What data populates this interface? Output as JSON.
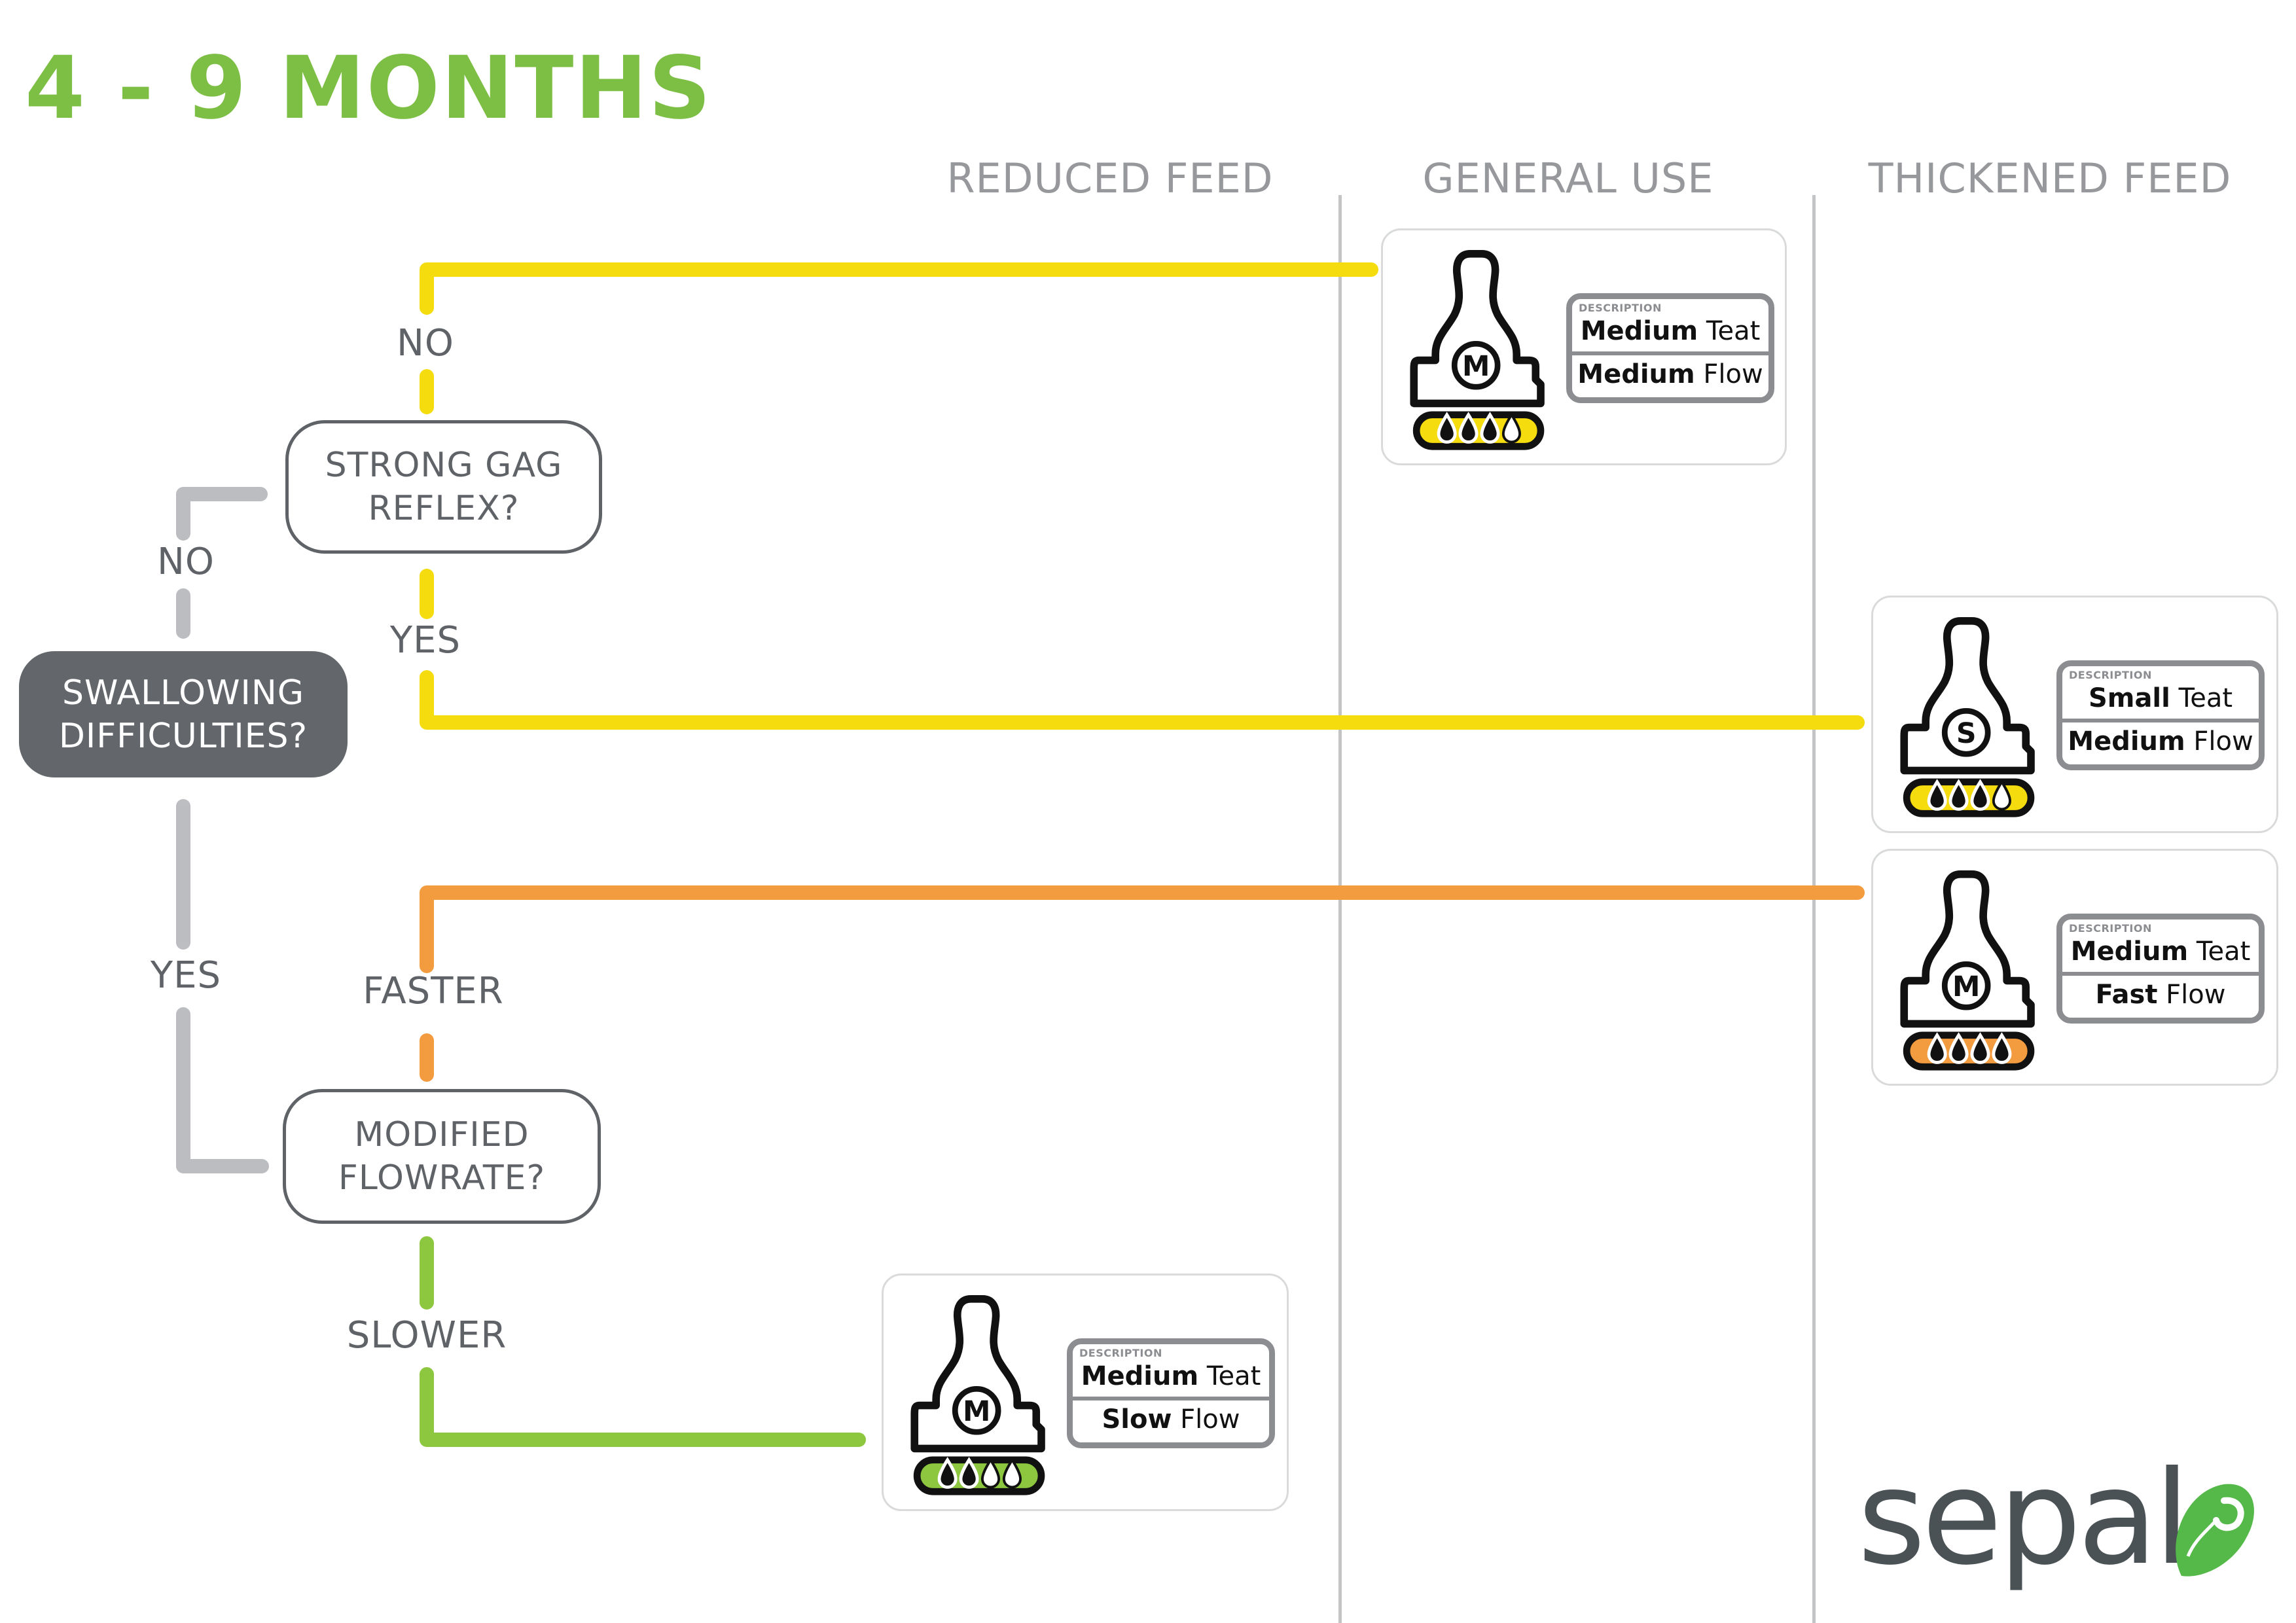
{
  "title": "4 - 9 MONTHS",
  "columns": [
    {
      "label": "REDUCED FEED"
    },
    {
      "label": "GENERAL USE"
    },
    {
      "label": "THICKENED FEED"
    }
  ],
  "colors": {
    "title_green": "#7dbe45",
    "node_border": "#5f6368",
    "node_dark": "#63666b",
    "connector_grey": "#bcbdc0",
    "path_yellow": "#f5dc0f",
    "path_orange": "#f39c3f",
    "path_green": "#8dc63f",
    "logo_text": "#4a5256",
    "logo_leaf": "#54b948"
  },
  "nodes": {
    "swallowing": {
      "lines": [
        "SWALLOWING",
        "DIFFICULTIES?"
      ]
    },
    "gag": {
      "lines": [
        "STRONG GAG",
        "REFLEX?"
      ]
    },
    "modified": {
      "lines": [
        "MODIFIED",
        "FLOWRATE?"
      ]
    }
  },
  "edges": {
    "swallow_no": "NO",
    "swallow_yes": "YES",
    "gag_no": "NO",
    "gag_yes": "YES",
    "faster": "FASTER",
    "slower": "SLOWER"
  },
  "cards": [
    {
      "id": "general-medium",
      "column": "GENERAL USE",
      "teat_letter": "M",
      "flow_color": "#f5dc0f",
      "drops_filled": 3,
      "drops_total": 4,
      "description_label": "DESCRIPTION",
      "teat_bold": "Medium",
      "teat_text": "Teat",
      "flow_bold": "Medium",
      "flow_text": "Flow"
    },
    {
      "id": "thickened-small",
      "column": "THICKENED FEED",
      "teat_letter": "S",
      "flow_color": "#f5dc0f",
      "drops_filled": 3,
      "drops_total": 4,
      "description_label": "DESCRIPTION",
      "teat_bold": "Small",
      "teat_text": "Teat",
      "flow_bold": "Medium",
      "flow_text": "Flow"
    },
    {
      "id": "thickened-fast",
      "column": "THICKENED FEED",
      "teat_letter": "M",
      "flow_color": "#f39c3f",
      "drops_filled": 4,
      "drops_total": 4,
      "description_label": "DESCRIPTION",
      "teat_bold": "Medium",
      "teat_text": "Teat",
      "flow_bold": "Fast",
      "flow_text": "Flow"
    },
    {
      "id": "reduced-slow",
      "column": "REDUCED FEED",
      "teat_letter": "M",
      "flow_color": "#8dc63f",
      "drops_filled": 2,
      "drops_total": 4,
      "description_label": "DESCRIPTION",
      "teat_bold": "Medium",
      "teat_text": "Teat",
      "flow_bold": "Slow",
      "flow_text": "Flow"
    }
  ],
  "logo": {
    "text": "sepal",
    "icon": "leaf-icon"
  }
}
